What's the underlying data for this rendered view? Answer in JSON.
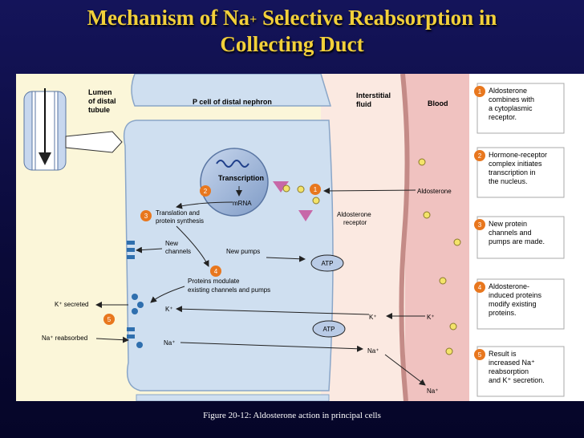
{
  "title": {
    "line1_pre": "Mechanism of Na",
    "line1_sup": "+",
    "line1_post": " Selective Reabsorption in",
    "line2": "Collecting Duct"
  },
  "figure": {
    "lumen_label": [
      "Lumen",
      "of distal",
      "tubule"
    ],
    "cell_label": "P cell of distal nephron",
    "interstitial_label": [
      "Interstitial",
      "fluid"
    ],
    "blood_label": "Blood",
    "transcription": "Transcription",
    "mrna": "mRNA",
    "translation": [
      "Translation and",
      "protein synthesis"
    ],
    "new_channels": [
      "New",
      "channels"
    ],
    "new_pumps": "New pumps",
    "atp": "ATP",
    "modulate": [
      "Proteins modulate",
      "existing channels and pumps"
    ],
    "aldosterone_receptor": [
      "Aldosterone",
      "receptor"
    ],
    "aldosterone": "Aldosterone",
    "k_secreted": "K⁺ secreted",
    "na_reabsorbed": "Na⁺ reabsorbed",
    "k_ion": "K⁺",
    "na_ion": "Na⁺",
    "step_numbers": [
      "1",
      "2",
      "3",
      "4",
      "5"
    ]
  },
  "legend": [
    {
      "num": "1",
      "lines": [
        "Aldosterone",
        "combines with",
        "a cytoplasmic",
        "receptor."
      ]
    },
    {
      "num": "2",
      "lines": [
        "Hormone-receptor",
        "complex initiates",
        "transcription in",
        "the nucleus."
      ]
    },
    {
      "num": "3",
      "lines": [
        "New protein",
        "channels and",
        "pumps are made."
      ]
    },
    {
      "num": "4",
      "lines": [
        "Aldosterone-",
        "induced proteins",
        "modify existing",
        "proteins."
      ]
    },
    {
      "num": "5",
      "lines": [
        "Result is",
        "increased Na⁺",
        "reabsorption",
        "and K⁺ secretion."
      ]
    }
  ],
  "caption": "Figure 20-12: Aldosterone action in principal cells",
  "colors": {
    "title": "#f2d03a",
    "lumen": "#fbf6d9",
    "cell": "#cfdff0",
    "interstitial": "#fbe9e1",
    "blood": "#f0c2c0",
    "step_badge": "#e8771e",
    "dot": "#f3e36a"
  }
}
